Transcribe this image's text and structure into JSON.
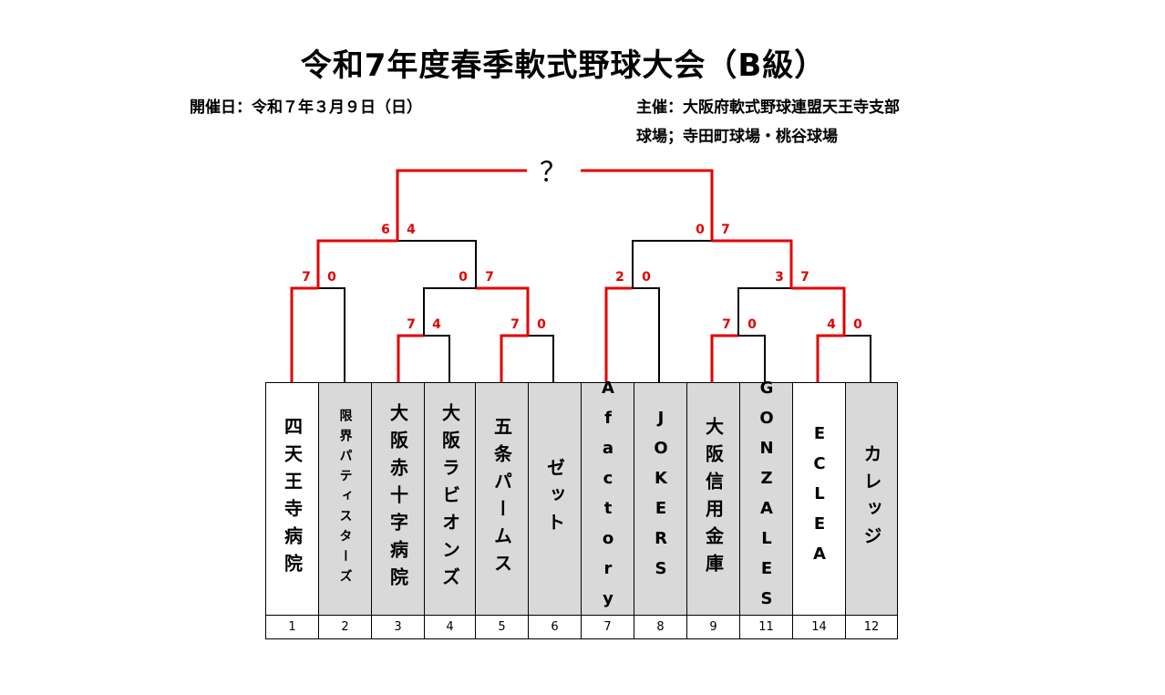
{
  "header": {
    "title": "令和7年度春季軟式野球大会（B級）",
    "date": "開催日：令和７年３月９日（日）",
    "organizer": "主催：大阪府軟式野球連盟天王寺支部",
    "venue": "球場；寺田町球場・桃谷球場"
  },
  "bracket": {
    "final_label": "？",
    "colors": {
      "win": "#e30000",
      "line": "#000000",
      "score": "#e30000",
      "gray_cell": "#d9d9d9"
    },
    "teams": [
      {
        "name": "四天王寺病院",
        "number": "1"
      },
      {
        "name": "限界パティスターズ",
        "number": "2"
      },
      {
        "name": "大阪赤十字病院",
        "number": "3"
      },
      {
        "name": "大阪ラビオンズ",
        "number": "4"
      },
      {
        "name": "五条パームス",
        "number": "5"
      },
      {
        "name": "ゼット",
        "number": "6"
      },
      {
        "name": "Afactory",
        "number": "7"
      },
      {
        "name": "JOKERS",
        "number": "8"
      },
      {
        "name": "大阪信用金庫",
        "number": "9"
      },
      {
        "name": "GONZALES",
        "number": "11"
      },
      {
        "name": "ECLEA",
        "number": "14"
      },
      {
        "name": "カレッジ",
        "number": "12"
      }
    ],
    "scores": {
      "r1_3v4": [
        "7",
        "4"
      ],
      "r1_5v6": [
        "7",
        "0"
      ],
      "r1_9v11": [
        "7",
        "0"
      ],
      "r1_14v12": [
        "4",
        "0"
      ],
      "r2_1v2": [
        "7",
        "0"
      ],
      "r2_34v56": [
        "0",
        "7"
      ],
      "r2_7v8": [
        "2",
        "0"
      ],
      "r2_911v1412": [
        "3",
        "7"
      ],
      "sf_left": [
        "6",
        "4"
      ],
      "sf_right": [
        "0",
        "7"
      ]
    }
  }
}
